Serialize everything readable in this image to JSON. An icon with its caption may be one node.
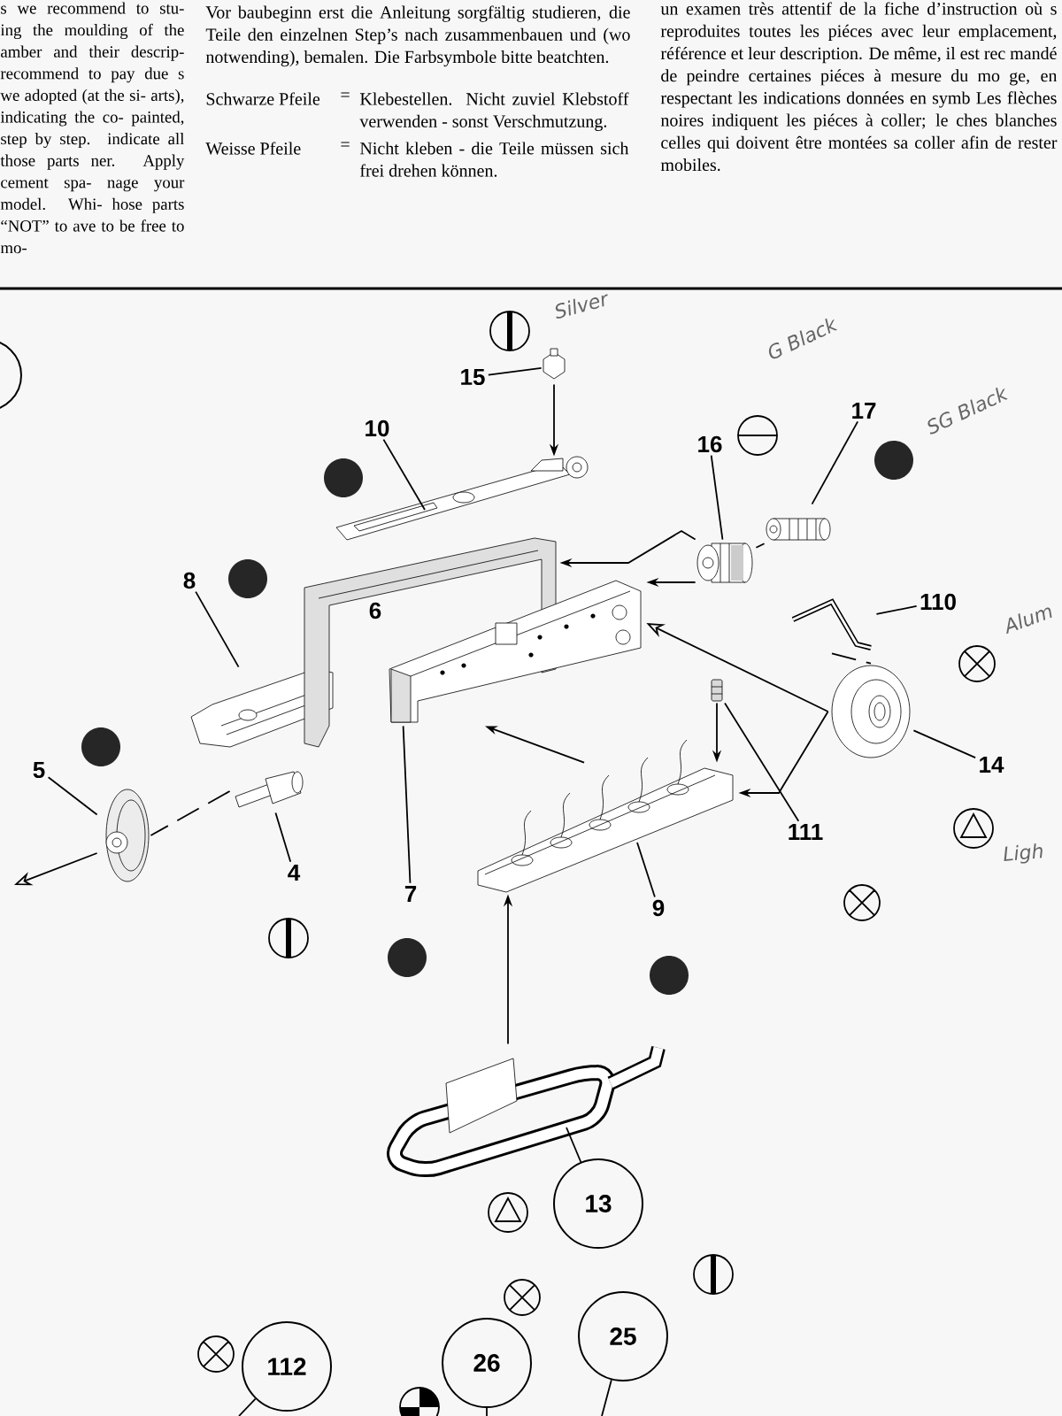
{
  "diagram": {
    "nodes": [
      {
        "text": [
          "15"
        ]
      },
      {
        "text": [],
        "shape": "picture"
      },
      {
        "text": [
          "10"
        ]
      },
      {
        "text": [],
        "shape": "picture"
      },
      {
        "text": [
          "16"
        ]
      },
      {
        "text": [],
        "shape": "picture"
      },
      {
        "text": [
          "17"
        ]
      },
      {
        "text": [],
        "shape": "picture"
      },
      {
        "text": [
          "8"
        ]
      },
      {
        "text": [],
        "shape": "picture"
      },
      {
        "text": [],
        "shape": "picture"
      },
      {
        "text": [
          "6"
        ],
        "in": 10
      },
      {
        "text": [],
        "shape": "picture"
      },
      {
        "text": [
          "7"
        ]
      },
      {
        "text": [
          "110"
        ]
      },
      {
        "text": [],
        "shape": "picture"
      },
      {
        "text": [
          "5"
        ]
      },
      {
        "text": [],
        "shape": "picture"
      },
      {
        "text": [
          "4"
        ]
      },
      {
        "text": [],
        "shape": "picture"
      },
      {
        "text": [],
        "shape": "picture"
      },
      {
        "text": [
          "14"
        ]
      },
      {
        "text": [],
        "shape": "picture"
      },
      {
        "text": [
          "111"
        ]
      },
      {
        "text": [],
        "shape": "picture"
      },
      {
        "text": [
          "9"
        ]
      },
      {
        "text": [],
        "shape": "picture"
      },
      {
        "text": [
          "13"
        ]
      },
      {
        "text": [
          "112"
        ]
      },
      {
        "text": [
          "26"
        ]
      },
      {
        "text": [
          "25"
        ]
      }
    ],
    "edges": [
      {
        "from": 0,
        "to": 1,
        "arrow": "none"
      },
      {
        "from": 2,
        "to": 3,
        "arrow": "none"
      },
      {
        "from": 4,
        "to": 5,
        "arrow": "none"
      },
      {
        "from": 6,
        "to": 7,
        "arrow": "none"
      },
      {
        "from": 8,
        "to": 9,
        "arrow": "none"
      },
      {
        "from": 13,
        "to": 12,
        "arrow": "none"
      },
      {
        "from": 14,
        "to": 15,
        "arrow": "none"
      },
      {
        "from": 16,
        "to": 17,
        "arrow": "none"
      },
      {
        "from": 18,
        "to": 19,
        "arrow": "none"
      },
      {
        "from": 21,
        "to": 20,
        "arrow": "none"
      },
      {
        "from": 23,
        "to": 22,
        "arrow": "none"
      },
      {
        "from": 25,
        "to": 24,
        "arrow": "none"
      },
      {
        "from": 27,
        "to": 26,
        "arrow": "none"
      },
      {
        "from": 28,
        "to": null,
        "arrow": "none"
      },
      {
        "from": 29,
        "to": null,
        "arrow": "none"
      },
      {
        "from": 30,
        "to": null,
        "arrow": "none"
      },
      {
        "from": 1,
        "to": 3,
        "arrow": "to"
      },
      {
        "from": 7,
        "to": 5,
        "arrow": "none",
        "style": "dashed"
      },
      {
        "from": 5,
        "to": 10,
        "arrow": "to"
      },
      {
        "from": 5,
        "to": 12,
        "arrow": "to"
      },
      {
        "from": 20,
        "to": 12,
        "arrow": "to"
      },
      {
        "from": 20,
        "to": 24,
        "arrow": "to"
      },
      {
        "from": 15,
        "to": 20,
        "arrow": "none",
        "style": "dashed"
      },
      {
        "from": 22,
        "to": 24,
        "arrow": "to"
      },
      {
        "from": 24,
        "to": 12,
        "arrow": "to"
      },
      {
        "from": 26,
        "to": 24,
        "arrow": "to"
      },
      {
        "from": 19,
        "to": 17,
        "arrow": "none",
        "style": "dashed"
      },
      {
        "from": 17,
        "to": null,
        "arrow": "to"
      }
    ],
    "labels": [
      "s we recommend to stu- ing the moulding of the amber and their descrip- recommend to pay due s we adopted (at the si- arts), indicating the co- painted, step by step. indicate all those parts ner. Apply cement spa- nage your model. Whi- hose parts “NOT” to ave to be free to mo-",
      "Vor baubeginn erst die Anleitung sorgfältig studieren, die Teile den einzelnen Step’s nach zusammenbauen und (wo notwending), bemalen. Die Farbsymbole bitte beatchten.",
      "Schwarze Pfeile",
      "=",
      "Klebestellen. Nicht zuviel Klebstoff verwenden - sonst Verschmutzung.",
      "Weisse Pfeile",
      "=",
      "Nicht kleben - die Teile müssen sich frei drehen können.",
      "un examen très attentif de la fiche d’instruction où s reproduites toutes les piéces avec leur emplacement, référence et leur description. De même, il est rec mandé de peindre certaines piéces à mesure du mo ge, en respectant les indications données en symb Les flèches noires indiquent les piéces à coller; le ches blanches celles qui doivent être montées sa coller afin de rester mobiles.",
      "Silver",
      "G Black",
      "SG Black",
      "Alum",
      "Ligh"
    ]
  }
}
